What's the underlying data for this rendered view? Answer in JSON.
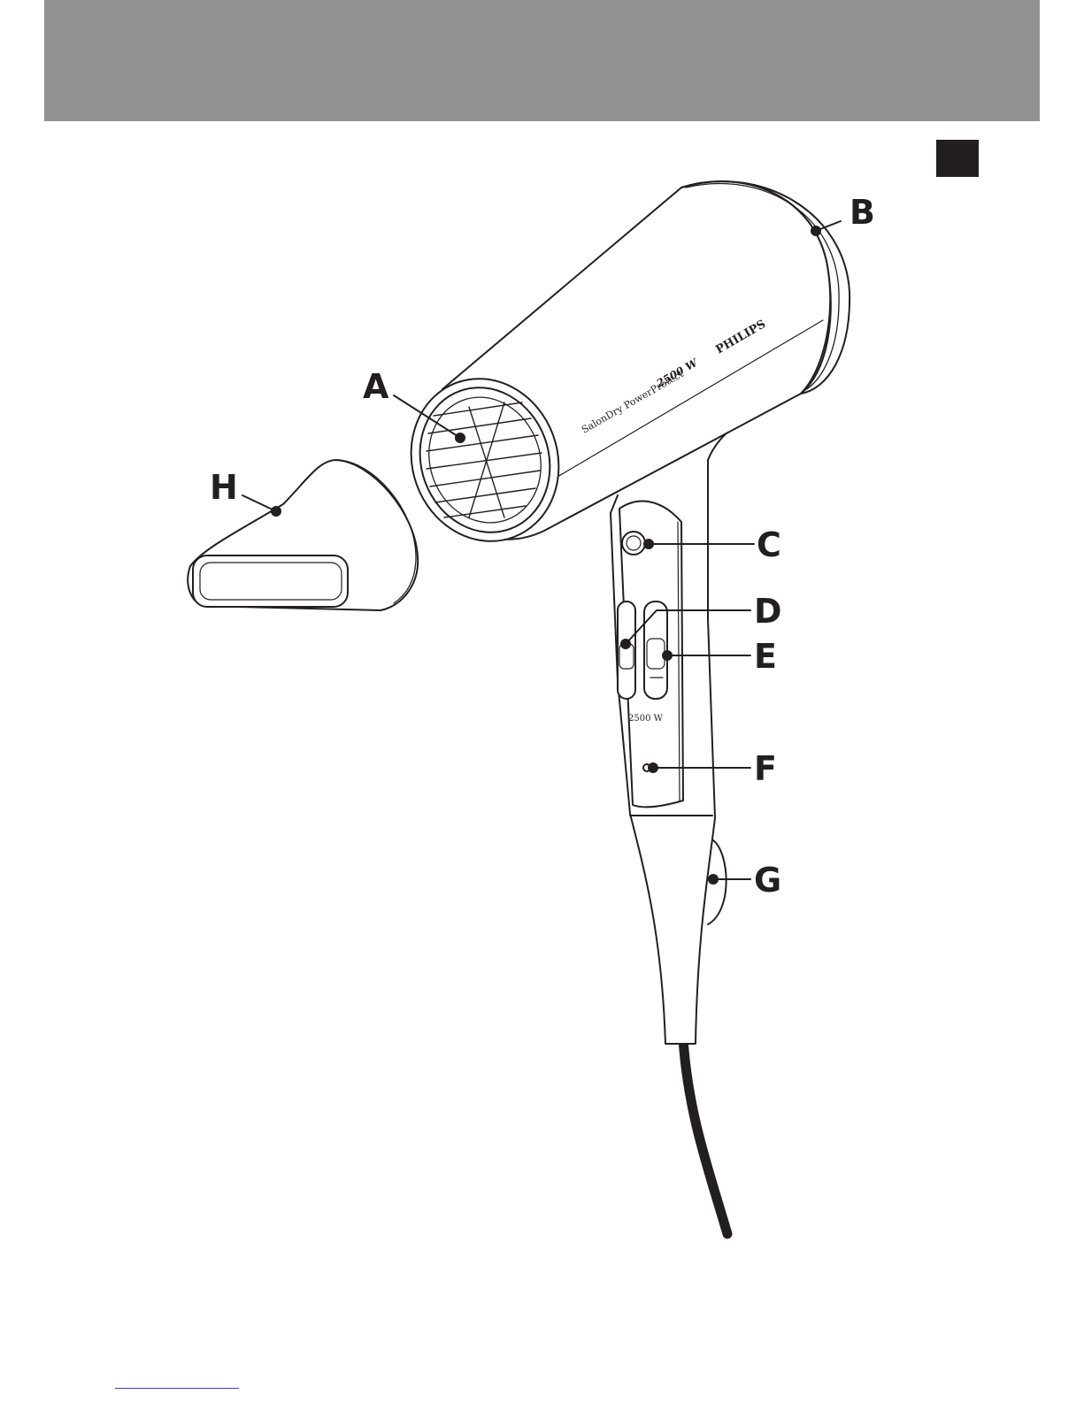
{
  "callouts": [
    {
      "letter": "A",
      "part": "air-inlet-grille"
    },
    {
      "letter": "B",
      "part": "rear-cover"
    },
    {
      "letter": "C",
      "part": "cool-shot-button"
    },
    {
      "letter": "D",
      "part": "airflow-selector"
    },
    {
      "letter": "E",
      "part": "temperature-selector"
    },
    {
      "letter": "F",
      "part": "ionic-indicator"
    },
    {
      "letter": "G",
      "part": "hanging-loop"
    },
    {
      "letter": "H",
      "part": "concentrator"
    }
  ],
  "product": {
    "brand": "PHILIPS",
    "model": "SalonDry PowerProtect",
    "power_body": "2500 W",
    "power_handle": "2500 W"
  },
  "colors": {
    "header_band": "#939292",
    "lang_tab": "#231f20",
    "line": "#231f20"
  }
}
